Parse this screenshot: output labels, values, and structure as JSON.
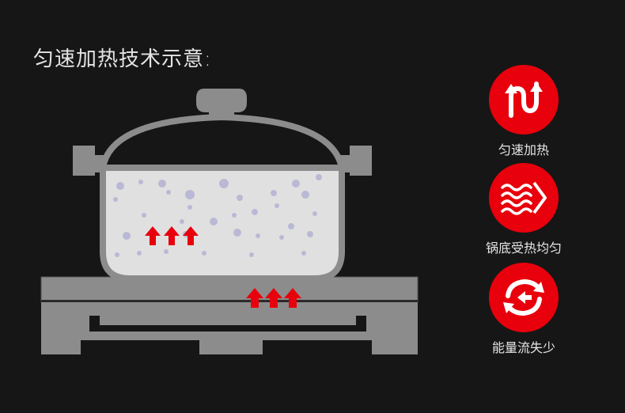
{
  "title": "匀速加热技术示意:",
  "features": [
    {
      "label": "匀速加热",
      "icon": "u-turn-arrows-icon"
    },
    {
      "label": "锅底受热均匀",
      "icon": "heat-wave-icon"
    },
    {
      "label": "能量流失少",
      "icon": "circular-arrows-icon"
    }
  ],
  "colors": {
    "background": "#161616",
    "accent": "#e8000c",
    "metal": "#8c8c8c",
    "water": "#e0e0e0",
    "bubble": "#b9b9d6"
  }
}
